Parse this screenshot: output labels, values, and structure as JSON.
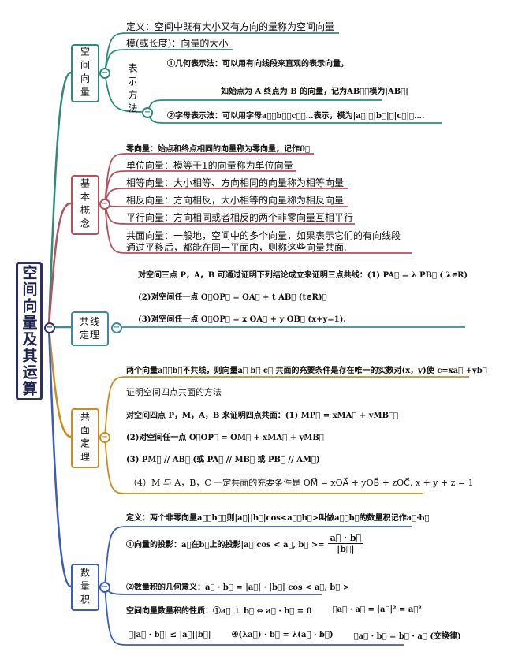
{
  "root": {
    "title": "空间向量及其运算",
    "color": "#2b2f6e"
  },
  "space_vector": {
    "label": "空间向量",
    "color": "#2e8b7a",
    "definition": "定义：空间中既有大小又有方向的量称为空间向量",
    "modulus": "模(或长度)：向量的大小",
    "repr_label": "表示方法",
    "geo_1": "①几何表示法：可以用有向线段来直观的表示向量，",
    "geo_2": "如始点为 A 终点为 B 的向量，记为AB⃗，模为|AB⃗|",
    "letter": "②字母表示法：可以用字母a⃗，b⃗，c⃗，…表示，模为|a⃗|，|b⃗|，|c⃗|，…."
  },
  "basic": {
    "label": "基本概念",
    "color": "#b3525c",
    "items": [
      "零向量：始点和终点相同的向量称为零向量，记作0⃗",
      "单位向量：模等于1的向量称为单位向量",
      "相等向量：大小相等、方向相同的向量称为相等向量",
      "相反向量：方向相反，大小相等的向量称为相反向量",
      "平行向量：方向相同或者相反的两个非零向量互相平行",
      "共面向量：一般地，空间中的多个向量，如果表示它们的有向线段",
      "通过平移后，都能在同一平面内，则称这些向量共面."
    ]
  },
  "collinear": {
    "label": "共线定理",
    "color": "#3a8aa0",
    "items": [
      "对空间三点 P，A，B 可通过证明下列结论成立来证明三点共线：(1) PA⃗ = λ PB⃗ ( λ∈R)",
      "(2)对空间任一点 O，OP⃗ = OA⃗ + t AB⃗ (t∈R)；",
      "(3)对空间任一点 O，OP⃗ = x OA⃗ + y OB⃗ (x+y=1)."
    ]
  },
  "coplanar": {
    "label": "共面定理",
    "color": "#c8901a",
    "items": [
      "两个向量a⃗，b⃗不共线，则向量a⃗ b⃗ c⃗ 共面的充要条件是存在唯一的实数对(x，y)使 c=xa⃗ +yb⃗",
      "证明空间四点共面的方法",
      "对空间四点 P，M，A，B 来证明四点共面：(1) MP⃗ = xMA⃗ + yMB⃗；",
      "(2)对空间任一点 O，OP⃗ = OM⃗ + xMA⃗ + yMB⃗",
      "(3) PM⃗ // AB⃗ (或 PA⃗ // MB⃗ 或 PB⃗ // AM⃗)",
      "（4）M 与 A，B，C 一定共面的充要条件是 OM⃗ = xOA⃗ + yOB⃗ + zOC⃗, x + y + z = 1"
    ]
  },
  "dot": {
    "label": "数量积",
    "color": "#3a5cc0",
    "definition": "定义：两个非零向量a⃗，b⃗，则|a⃗||b⃗|cos<a⃗，b⃗>叫做a⃗，b⃗的数量积记作a⃗·b⃗",
    "projection": "①向量的投影：a⃗在b⃗上的投影|a⃗|cos < a⃗, b⃗ >=",
    "proj_num": "a⃗ · b⃗",
    "proj_den": "|b⃗|",
    "geometric": "②数量积的几何意义：a⃗ · b⃗ = |a⃗| · |b⃗| cos < a⃗, b⃗ >",
    "props_title": "空间向量数量积的性质：①a⃗ ⊥ b⃗ ⇔ a⃗ · b⃗ = 0",
    "prop2": "②a⃗ · a⃗ = |a⃗|² = a⃗²",
    "prop3": "③|a⃗ · b⃗| ≤ |a⃗||b⃗|",
    "prop4": "④(λa⃗) · b⃗ = λ(a⃗ · b⃗)",
    "prop5": "⑤a⃗ · b⃗ = b⃗ · a⃗ (交换律)"
  },
  "collapse_symbol": "−"
}
